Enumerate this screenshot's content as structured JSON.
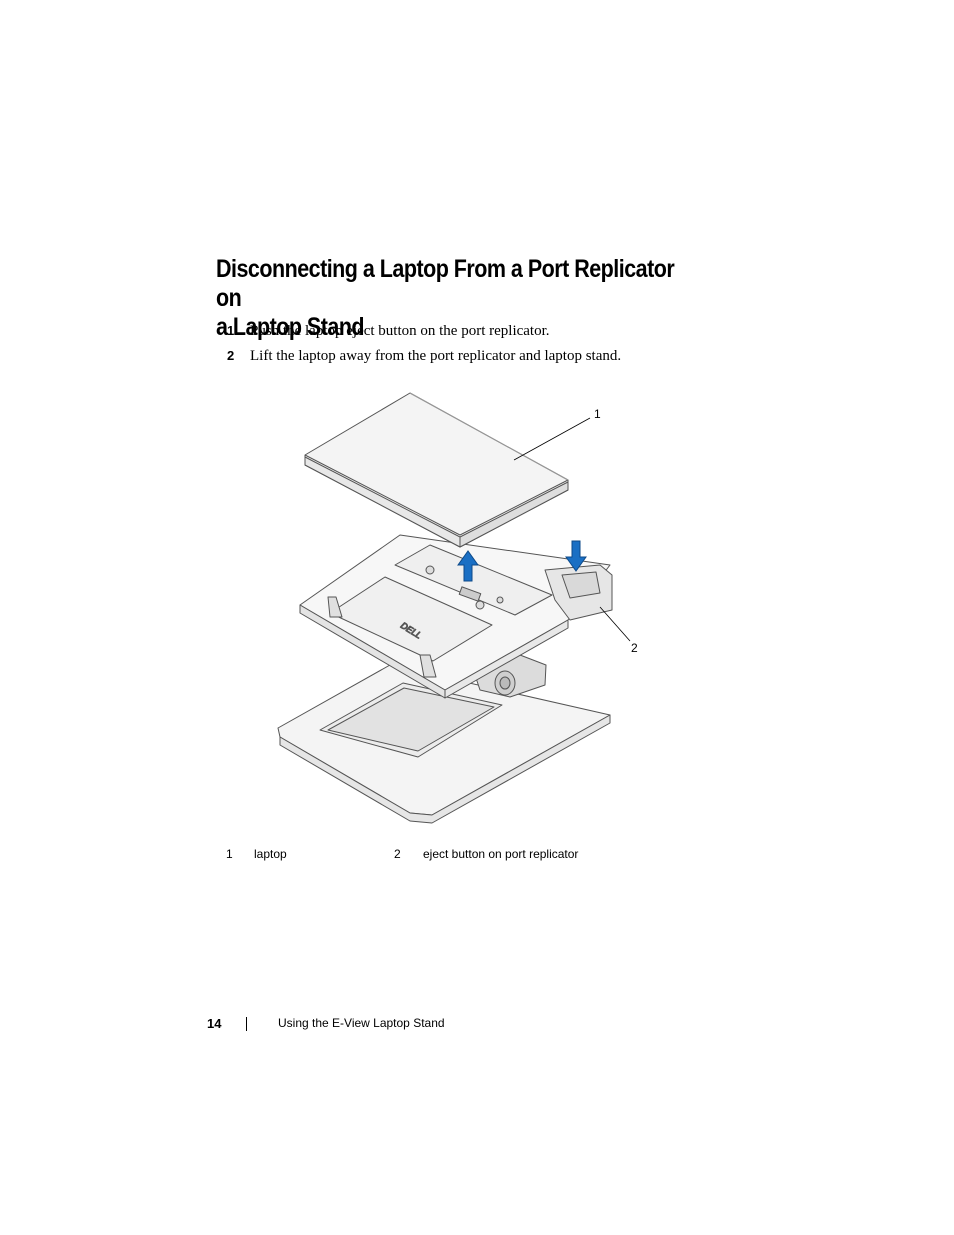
{
  "title": {
    "line1": "Disconnecting a Laptop From a Port Replicator on",
    "line2": "a Laptop Stand"
  },
  "steps": [
    {
      "num": "1",
      "text": "Push the laptop eject button on the port replicator."
    },
    {
      "num": "2",
      "text": "Lift the laptop away from the port replicator and laptop stand."
    }
  ],
  "figure": {
    "callouts": [
      "1",
      "2"
    ],
    "logo_text": "DELL",
    "arrow_color": "#1a6fc4"
  },
  "legend": [
    {
      "num": "1",
      "label": "laptop"
    },
    {
      "num": "2",
      "label": "eject button on port replicator"
    }
  ],
  "footer": {
    "page_number": "14",
    "chapter": "Using the E-View Laptop Stand"
  }
}
